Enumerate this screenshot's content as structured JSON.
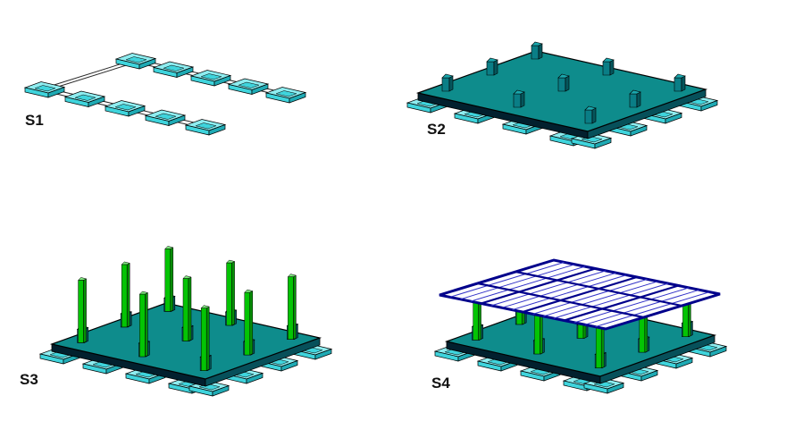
{
  "figure": {
    "stages": [
      {
        "label": "S1"
      },
      {
        "label": "S2"
      },
      {
        "label": "S3"
      },
      {
        "label": "S4"
      }
    ]
  },
  "colors": {
    "background": "#FFFFFF",
    "footing_top": "#8EEDF0",
    "footing_front": "#3FD4DC",
    "footing_side": "#1FAAB4",
    "slab_top": "#0E8C8C",
    "slab_front": "#02202E",
    "slab_side": "#07505A",
    "stub_top": "#1AA8AE",
    "stub_front": "#0A7E86",
    "stub_side": "#05565C",
    "column_top": "#7FE87F",
    "column_front": "#04C404",
    "column_side": "#069006",
    "roof_fill": "#FFFFFF",
    "roof_stroke": "#00008B",
    "roof_minor": "#3434C8",
    "beam_line": "#2A2A2A",
    "outline": "#000000",
    "label_text": "#111111"
  }
}
